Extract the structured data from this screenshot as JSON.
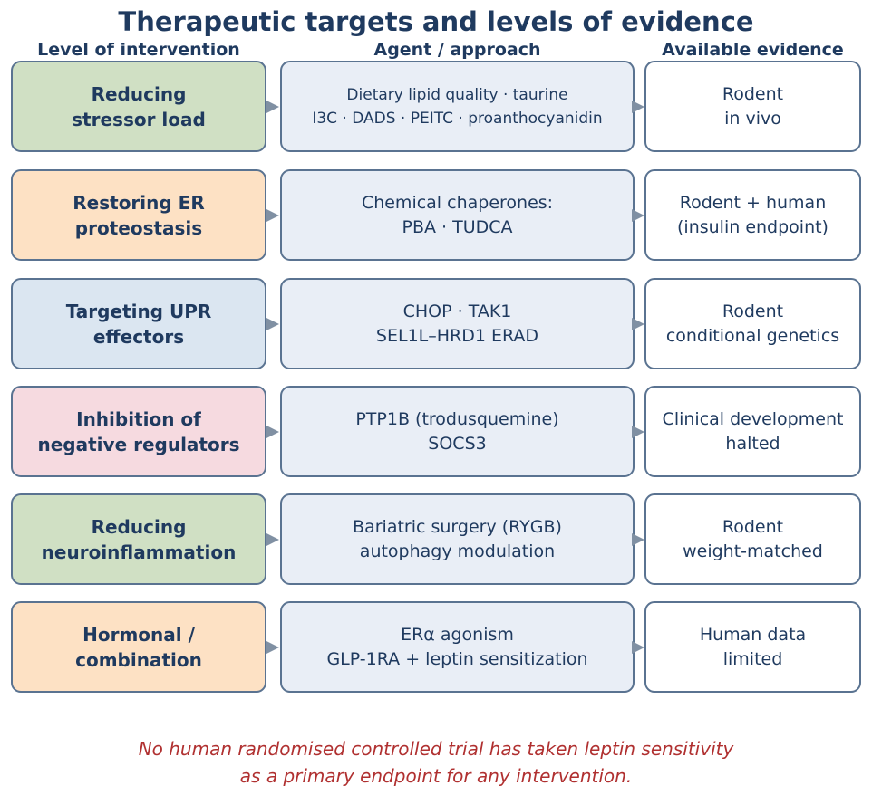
{
  "title": "Therapeutic targets and levels of evidence",
  "columns": {
    "level": "Level of intervention",
    "agent": "Agent / approach",
    "evidence": "Available evidence"
  },
  "rows": [
    {
      "level": [
        "Reducing",
        "stressor load"
      ],
      "level_color": "#d0e0c4",
      "agent": [
        "Dietary lipid quality · taurine",
        "I3C · DADS · PEITC · proanthocyanidin"
      ],
      "evidence": [
        "Rodent",
        "in vivo"
      ]
    },
    {
      "level": [
        "Restoring ER",
        "proteostasis"
      ],
      "level_color": "#fde1c4",
      "agent": [
        "Chemical chaperones:",
        "PBA · TUDCA"
      ],
      "evidence": [
        "Rodent + human",
        "(insulin endpoint)"
      ]
    },
    {
      "level": [
        "Targeting UPR",
        "effectors"
      ],
      "level_color": "#dbe6f1",
      "agent": [
        "CHOP · TAK1",
        "SEL1L–HRD1 ERAD"
      ],
      "evidence": [
        "Rodent",
        "conditional genetics"
      ]
    },
    {
      "level": [
        "Inhibition of",
        "negative regulators"
      ],
      "level_color": "#f6dae0",
      "agent": [
        "PTP1B (trodusquemine)",
        "SOCS3"
      ],
      "evidence": [
        "Clinical development",
        "halted"
      ]
    },
    {
      "level": [
        "Reducing",
        "neuroinflammation"
      ],
      "level_color": "#d0e0c4",
      "agent": [
        "Bariatric surgery (RYGB)",
        "autophagy modulation"
      ],
      "evidence": [
        "Rodent",
        "weight-matched"
      ]
    },
    {
      "level": [
        "Hormonal /",
        "combination"
      ],
      "level_color": "#fde1c4",
      "agent": [
        "ERα agonism",
        "GLP-1RA + leptin sensitization"
      ],
      "evidence": [
        "Human data",
        "limited"
      ]
    }
  ],
  "footnote": [
    "No human randomised controlled trial has taken leptin sensitivity",
    "as a primary endpoint for any intervention."
  ],
  "colors": {
    "title": "#1f3a5f",
    "box_border": "#5a7391",
    "agent_fill": "#e9eef6",
    "arrow": "#8090a3",
    "footnote": "#b03030"
  }
}
